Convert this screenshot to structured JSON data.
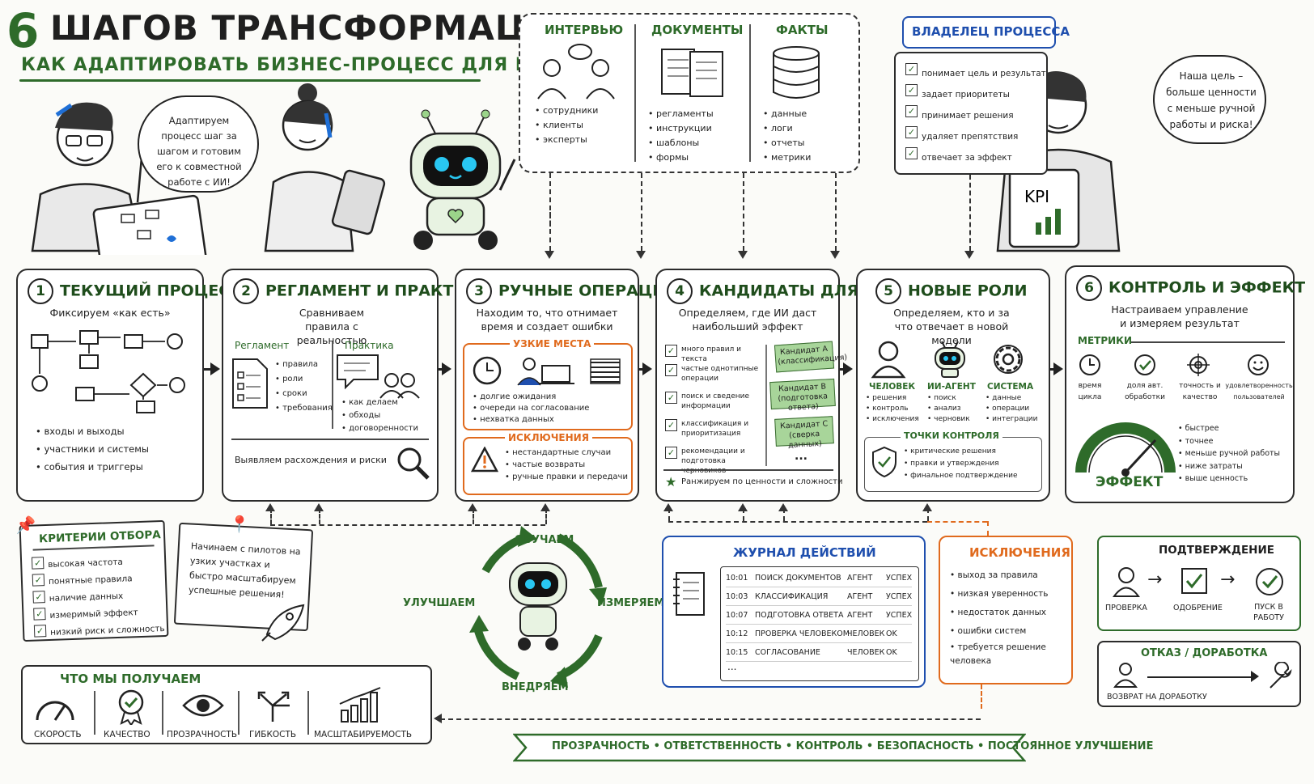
{
  "header": {
    "num": "6",
    "title": "ШАГОВ ТРАНСФОРМАЦИИ",
    "subtitle": "КАК АДАПТИРОВАТЬ БИЗНЕС-ПРОЦЕСС ДЛЯ ИИ"
  },
  "speech_left": "Адаптируем процесс шаг за шагом и готовим его к совместной работе с ИИ!",
  "speech_right": "Наша цель – больше ценности с меньше ручной работы и риска!",
  "kpi_label": "KPI",
  "sources": {
    "interview": {
      "title": "ИНТЕРВЬЮ",
      "items": [
        "сотрудники",
        "клиенты",
        "эксперты"
      ]
    },
    "documents": {
      "title": "ДОКУМЕНТЫ",
      "items": [
        "регламенты",
        "инструкции",
        "шаблоны",
        "формы"
      ]
    },
    "facts": {
      "title": "ФАКТЫ",
      "items": [
        "данные",
        "логи",
        "отчеты",
        "метрики"
      ]
    }
  },
  "owner": {
    "title": "ВЛАДЕЛЕЦ ПРОЦЕССА",
    "items": [
      "понимает цель и результат",
      "задает приоритеты",
      "принимает решения",
      "удаляет препятствия",
      "отвечает за эффект"
    ]
  },
  "steps": [
    {
      "num": "1",
      "title": "ТЕКУЩИЙ ПРОЦЕСС",
      "sub": "Фиксируем «как есть»",
      "items": [
        "входы и выходы",
        "участники и системы",
        "события и триггеры"
      ]
    },
    {
      "num": "2",
      "title": "РЕГЛАМЕНТ И ПРАКТИКА",
      "sub": "Сравниваем правила с реальностью",
      "col_a": "Регламент",
      "col_b": "Практика",
      "items_a": [
        "правила",
        "роли",
        "сроки",
        "требования"
      ],
      "items_b": [
        "как делаем",
        "обходы",
        "договоренности"
      ],
      "footer": "Выявляем расхождения и риски"
    },
    {
      "num": "3",
      "title": "РУЧНЫЕ ОПЕРАЦИИ",
      "sub": "Находим то, что отнимает время и создает ошибки",
      "bottlenecks_title": "УЗКИЕ МЕСТА",
      "bottlenecks": [
        "долгие ожидания",
        "очереди на согласование",
        "нехватка данных"
      ],
      "exceptions_title": "ИСКЛЮЧЕНИЯ",
      "exceptions": [
        "нестандартные случаи",
        "частые возвраты",
        "ручные правки и передачи"
      ]
    },
    {
      "num": "4",
      "title": "КАНДИДАТЫ ДЛЯ ИИ",
      "sub": "Определяем, где ИИ даст наибольший эффект",
      "items": [
        "много правил и текста",
        "частые однотипные операции",
        "поиск и сведение информации",
        "классификация и приоритизация",
        "рекомендации и подготовка черновиков"
      ],
      "stickies": [
        "Кандидат A (классификация)",
        "Кандидат B (подготовка ответа)",
        "Кандидат C (сверка данных)"
      ],
      "more": "...",
      "footer": "Ранжируем по ценности и сложности"
    },
    {
      "num": "5",
      "title": "НОВЫЕ РОЛИ",
      "sub": "Определяем, кто и за что отвечает в новой модели",
      "roles": [
        {
          "name": "ЧЕЛОВЕК",
          "items": [
            "решения",
            "контроль",
            "исключения"
          ]
        },
        {
          "name": "ИИ-АГЕНТ",
          "items": [
            "поиск",
            "анализ",
            "черновик"
          ]
        },
        {
          "name": "СИСТЕМА",
          "items": [
            "данные",
            "операции",
            "интеграции"
          ]
        }
      ],
      "checkpoints_title": "ТОЧКИ КОНТРОЛЯ",
      "checkpoints": [
        "критические решения",
        "правки и утверждения",
        "финальное подтверждение"
      ]
    },
    {
      "num": "6",
      "title": "КОНТРОЛЬ И ЭФФЕКТ",
      "sub": "Настраиваем управление и измеряем результат",
      "metrics_title": "МЕТРИКИ",
      "metrics": [
        "время цикла",
        "доля авт. обработки",
        "точность и качество",
        "удовлетворенность пользователей"
      ],
      "effect_label": "ЭФФЕКТ",
      "effect_items": [
        "быстрее",
        "точнее",
        "меньше ручной работы",
        "ниже затраты",
        "выше ценность"
      ]
    }
  ],
  "criteria": {
    "title": "КРИТЕРИИ ОТБОРА",
    "items": [
      "высокая частота",
      "понятные правила",
      "наличие данных",
      "измеримый эффект",
      "низкий риск и сложность"
    ]
  },
  "pilot_note": "Начинаем с пилотов на узких участках и быстро масштабируем успешные решения!",
  "cycle": {
    "top": "ОБУЧАЕМ",
    "right": "ИЗМЕРЯЕМ",
    "bottom": "ВНЕДРЯЕМ",
    "left": "УЛУЧШАЕМ"
  },
  "journal": {
    "title": "ЖУРНАЛ ДЕЙСТВИЙ",
    "rows": [
      {
        "time": "10:01",
        "action": "ПОИСК ДОКУМЕНТОВ",
        "actor": "АГЕНТ",
        "status": "УСПЕХ"
      },
      {
        "time": "10:03",
        "action": "КЛАССИФИКАЦИЯ",
        "actor": "АГЕНТ",
        "status": "УСПЕХ"
      },
      {
        "time": "10:07",
        "action": "ПОДГОТОВКА ОТВЕТА",
        "actor": "АГЕНТ",
        "status": "УСПЕХ"
      },
      {
        "time": "10:12",
        "action": "ПРОВЕРКА ЧЕЛОВЕКОМ",
        "actor": "ЧЕЛОВЕК",
        "status": "OK"
      },
      {
        "time": "10:15",
        "action": "СОГЛАСОВАНИЕ",
        "actor": "ЧЕЛОВЕК",
        "status": "OK"
      }
    ],
    "more": "..."
  },
  "exceptions_panel": {
    "title": "ИСКЛЮЧЕНИЯ",
    "items": [
      "выход за правила",
      "низкая уверенность",
      "недостаток данных",
      "ошибки систем",
      "требуется решение человека"
    ]
  },
  "confirmation": {
    "title": "ПОДТВЕРЖДЕНИЕ",
    "steps": [
      "ПРОВЕРКА",
      "ОДОБРЕНИЕ",
      "ПУСК В РАБОТУ"
    ]
  },
  "rejection": {
    "title": "ОТКАЗ / ДОРАБОТКА",
    "label": "ВОЗВРАТ НА ДОРАБОТКУ"
  },
  "benefits": {
    "title": "ЧТО МЫ ПОЛУЧАЕМ",
    "items": [
      "СКОРОСТЬ",
      "КАЧЕСТВО",
      "ПРОЗРАЧНОСТЬ",
      "ГИБКОСТЬ",
      "МАСШТАБИРУЕМОСТЬ"
    ]
  },
  "banner": "ПРОЗРАЧНОСТЬ • ОТВЕТСТВЕННОСТЬ • КОНТРОЛЬ • БЕЗОПАСНОСТЬ • ПОСТОЯННОЕ УЛУЧШЕНИЕ",
  "colors": {
    "green": "#2e6b2a",
    "orange": "#e06a1d",
    "blue": "#1f4fae",
    "sticky": "#a8d59a"
  }
}
